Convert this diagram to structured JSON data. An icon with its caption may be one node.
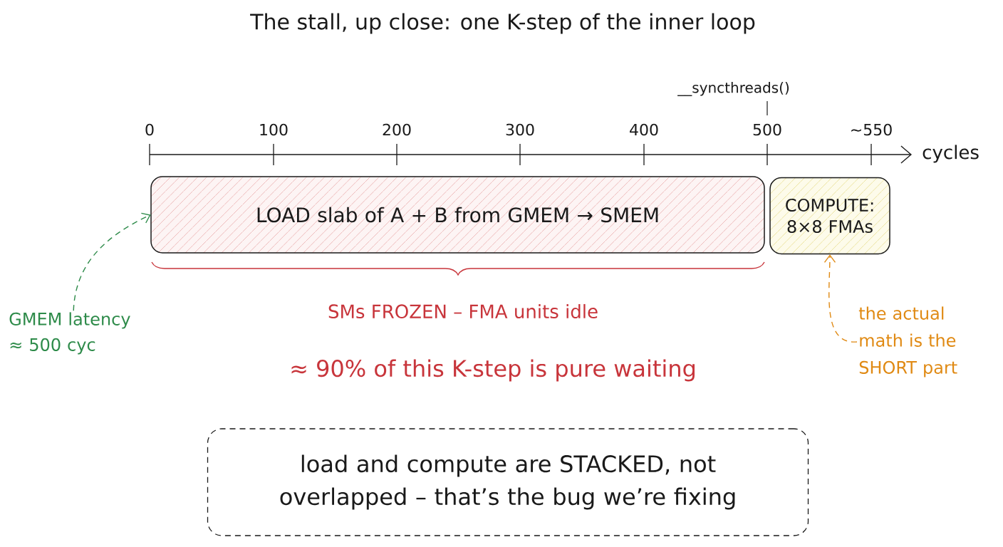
{
  "diagram": {
    "title": "The stall, up close: one K-step of the inner loop",
    "nodes": [
      {
        "text": [
          "LOAD slab of A + B from GMEM → SMEM"
        ]
      },
      {
        "text": [
          "COMPUTE: 8×8 FMAs"
        ]
      },
      {
        "text": [
          "GMEM latency ≈ 500 cyc"
        ]
      },
      {
        "text": [
          "the actual math is the SHORT part"
        ]
      },
      {
        "text": [
          "load and compute are STACKED, not overlapped – that’s the bug we’re fixing"
        ]
      }
    ],
    "edges": [
      {
        "from": 2,
        "to": 0,
        "arrow": "to",
        "style": "dashed",
        "color": "#2e8b4a"
      },
      {
        "from": 3,
        "to": 1,
        "arrow": "to",
        "style": "dashed",
        "color": "#e08a14"
      }
    ],
    "labels": [
      "__syncthreads()",
      "0",
      "100",
      "200",
      "300",
      "400",
      "500",
      "~550",
      "cycles",
      "SMs FROZEN – FMA units idle",
      "≈ 90% of this K-step is pure waiting"
    ]
  }
}
